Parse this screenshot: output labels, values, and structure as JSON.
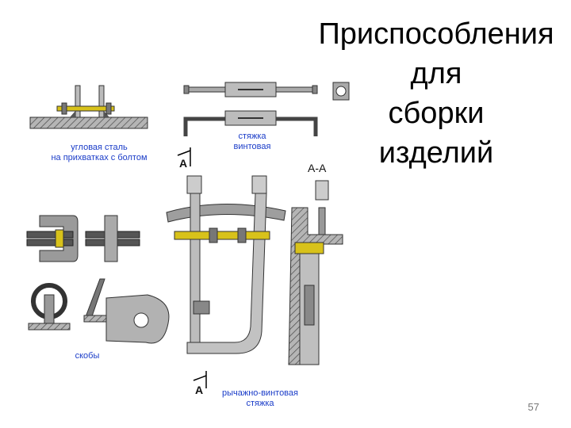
{
  "title": {
    "lines": [
      "Приспособления",
      "для",
      "сборки",
      "изделий"
    ]
  },
  "captions": {
    "angle_steel": [
      "угловая сталь",
      "на прихватках с болтом"
    ],
    "screw_tie": [
      "стяжка",
      "винтовая"
    ],
    "brackets": "скобы",
    "lever_screw_tie": [
      "рычажно-винтовая",
      "стяжка"
    ]
  },
  "section_marks": {
    "a_top": "А",
    "a_bottom": "А",
    "section": "А-А"
  },
  "page_number": "57",
  "colors": {
    "caption": "#1a3cc8",
    "bolt": "#d8c21a",
    "hatch": "#7a7a7a",
    "metal": "#a8a8a8"
  }
}
